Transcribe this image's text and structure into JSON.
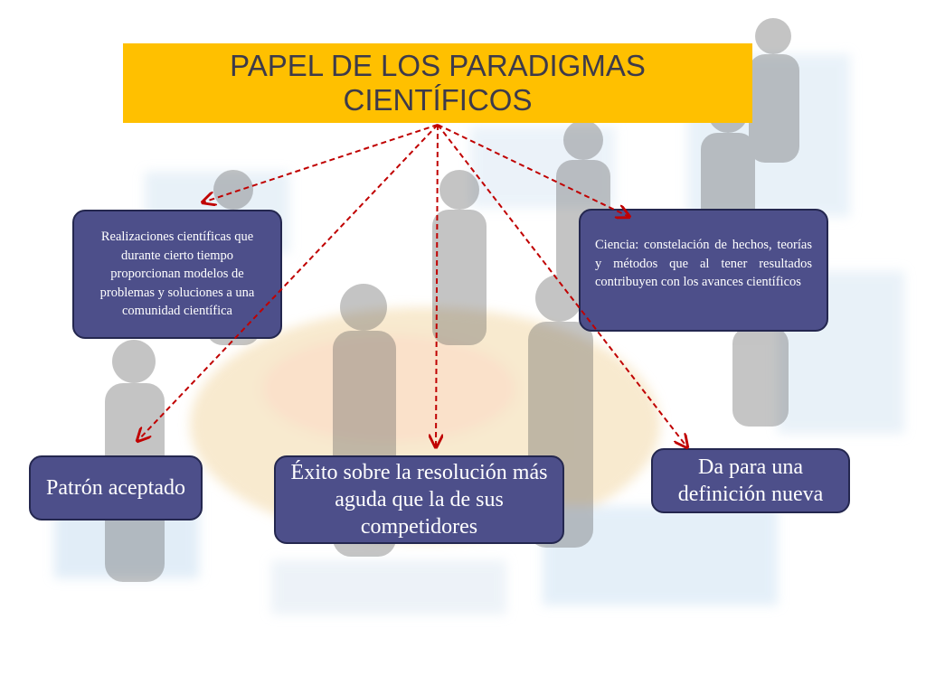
{
  "title": "PAPEL DE LOS PARADIGMAS\nCIENTÍFICOS",
  "nodes": {
    "realizaciones": "Realizaciones científicas que durante cierto tiempo proporcionan modelos de problemas y soluciones a una comunidad científica",
    "ciencia": "Ciencia: constelación de hechos, teorías y métodos que al tener resultados contribuyen con los avances científicos",
    "patron": "Patrón aceptado",
    "exito": "Éxito sobre  la resolución más aguda que la de sus competidores",
    "definicion": "Da para una definición nueva"
  },
  "colors": {
    "title_bg": "#ffc000",
    "title_text": "#3d3a4a",
    "box_fill": "#4d4f8a",
    "box_border": "#24274f",
    "box_text": "#ffffff",
    "arrow": "#c00000"
  },
  "edges": [
    {
      "from": "title",
      "to": "realizaciones"
    },
    {
      "from": "title",
      "to": "ciencia"
    },
    {
      "from": "title",
      "to": "patron"
    },
    {
      "from": "title",
      "to": "exito"
    },
    {
      "from": "title",
      "to": "definicion"
    }
  ]
}
